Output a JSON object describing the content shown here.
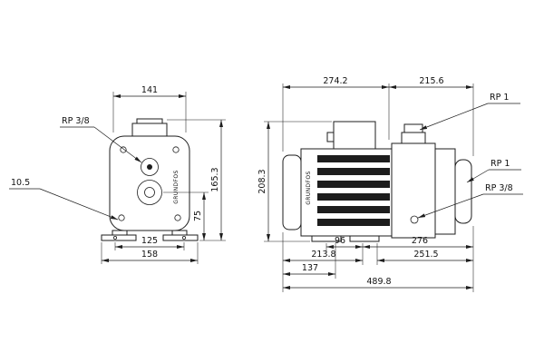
{
  "colors": {
    "line": "#1d1d1d",
    "background": "#ffffff"
  },
  "front": {
    "dim_width": "141",
    "port_label": "RP 3/8",
    "foot_hole_dim": "10.5",
    "dim_total_height": "165.3",
    "dim_axis_height": "75",
    "dim_foot_holes": "125",
    "dim_base_width": "158",
    "logo": "GRUNDFOS"
  },
  "side": {
    "dim_top_left": "274.2",
    "dim_top_right": "215.6",
    "top_port_label": "RP 1",
    "dim_height": "208.3",
    "inlet_port_label": "RP 1",
    "drain_port_label": "RP 3/8",
    "dim_foot_holes": "96",
    "dim_foot_to_end": "276",
    "dim_end_to_front_foot": "213.8",
    "dim_mid_to_end": "251.5",
    "dim_end_to_rear_foot": "137",
    "dim_total_length": "489.8",
    "logo": "GRUNDFOS"
  }
}
